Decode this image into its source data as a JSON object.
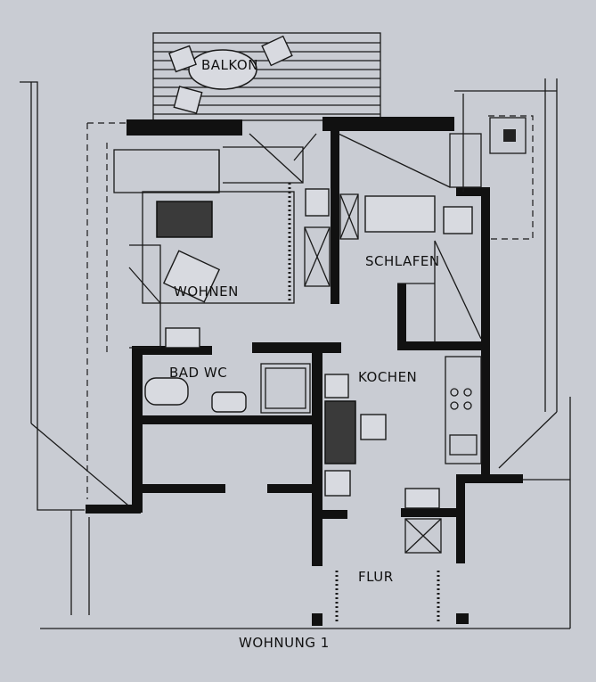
{
  "plan": {
    "title": "WOHNUNG 1",
    "rooms": {
      "balkon": "BALKON",
      "wohnen": "WOHNEN",
      "schlafen": "SCHLAFEN",
      "bad_wc": "BAD WC",
      "kochen": "KOCHEN",
      "flur": "FLUR"
    }
  }
}
